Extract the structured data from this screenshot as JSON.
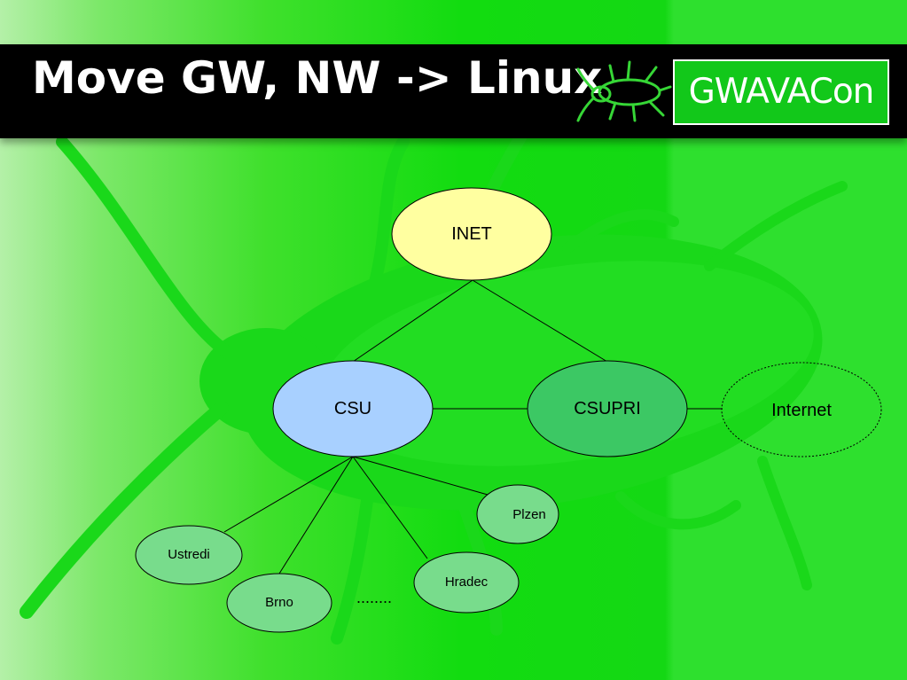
{
  "slide": {
    "title": "Move GW, NW -> Linux",
    "logo_text": "GWAVACon"
  },
  "diagram": {
    "nodes": {
      "inet": "INET",
      "csu": "CSU",
      "csupri": "CSUPRI",
      "internet": "Internet",
      "plzen": "Plzen",
      "ustredi": "Ustredi",
      "hradec": "Hradec",
      "brno": "Brno",
      "ellipsis": "........"
    },
    "edges": [
      [
        "inet",
        "csu"
      ],
      [
        "inet",
        "csupri"
      ],
      [
        "csu",
        "csupri"
      ],
      [
        "csupri",
        "internet"
      ],
      [
        "csu",
        "ustredi"
      ],
      [
        "csu",
        "brno"
      ],
      [
        "csu",
        "hradec"
      ],
      [
        "csu",
        "plzen"
      ]
    ]
  },
  "colors": {
    "inet_fill": "#ffffa0",
    "csu_fill": "#a8d0ff",
    "csupri_fill": "#3cc864",
    "leaf_fill": "#78dc8c",
    "title_bar": "#000000",
    "logo_green": "#12c81a",
    "background_green": "#14d814"
  }
}
